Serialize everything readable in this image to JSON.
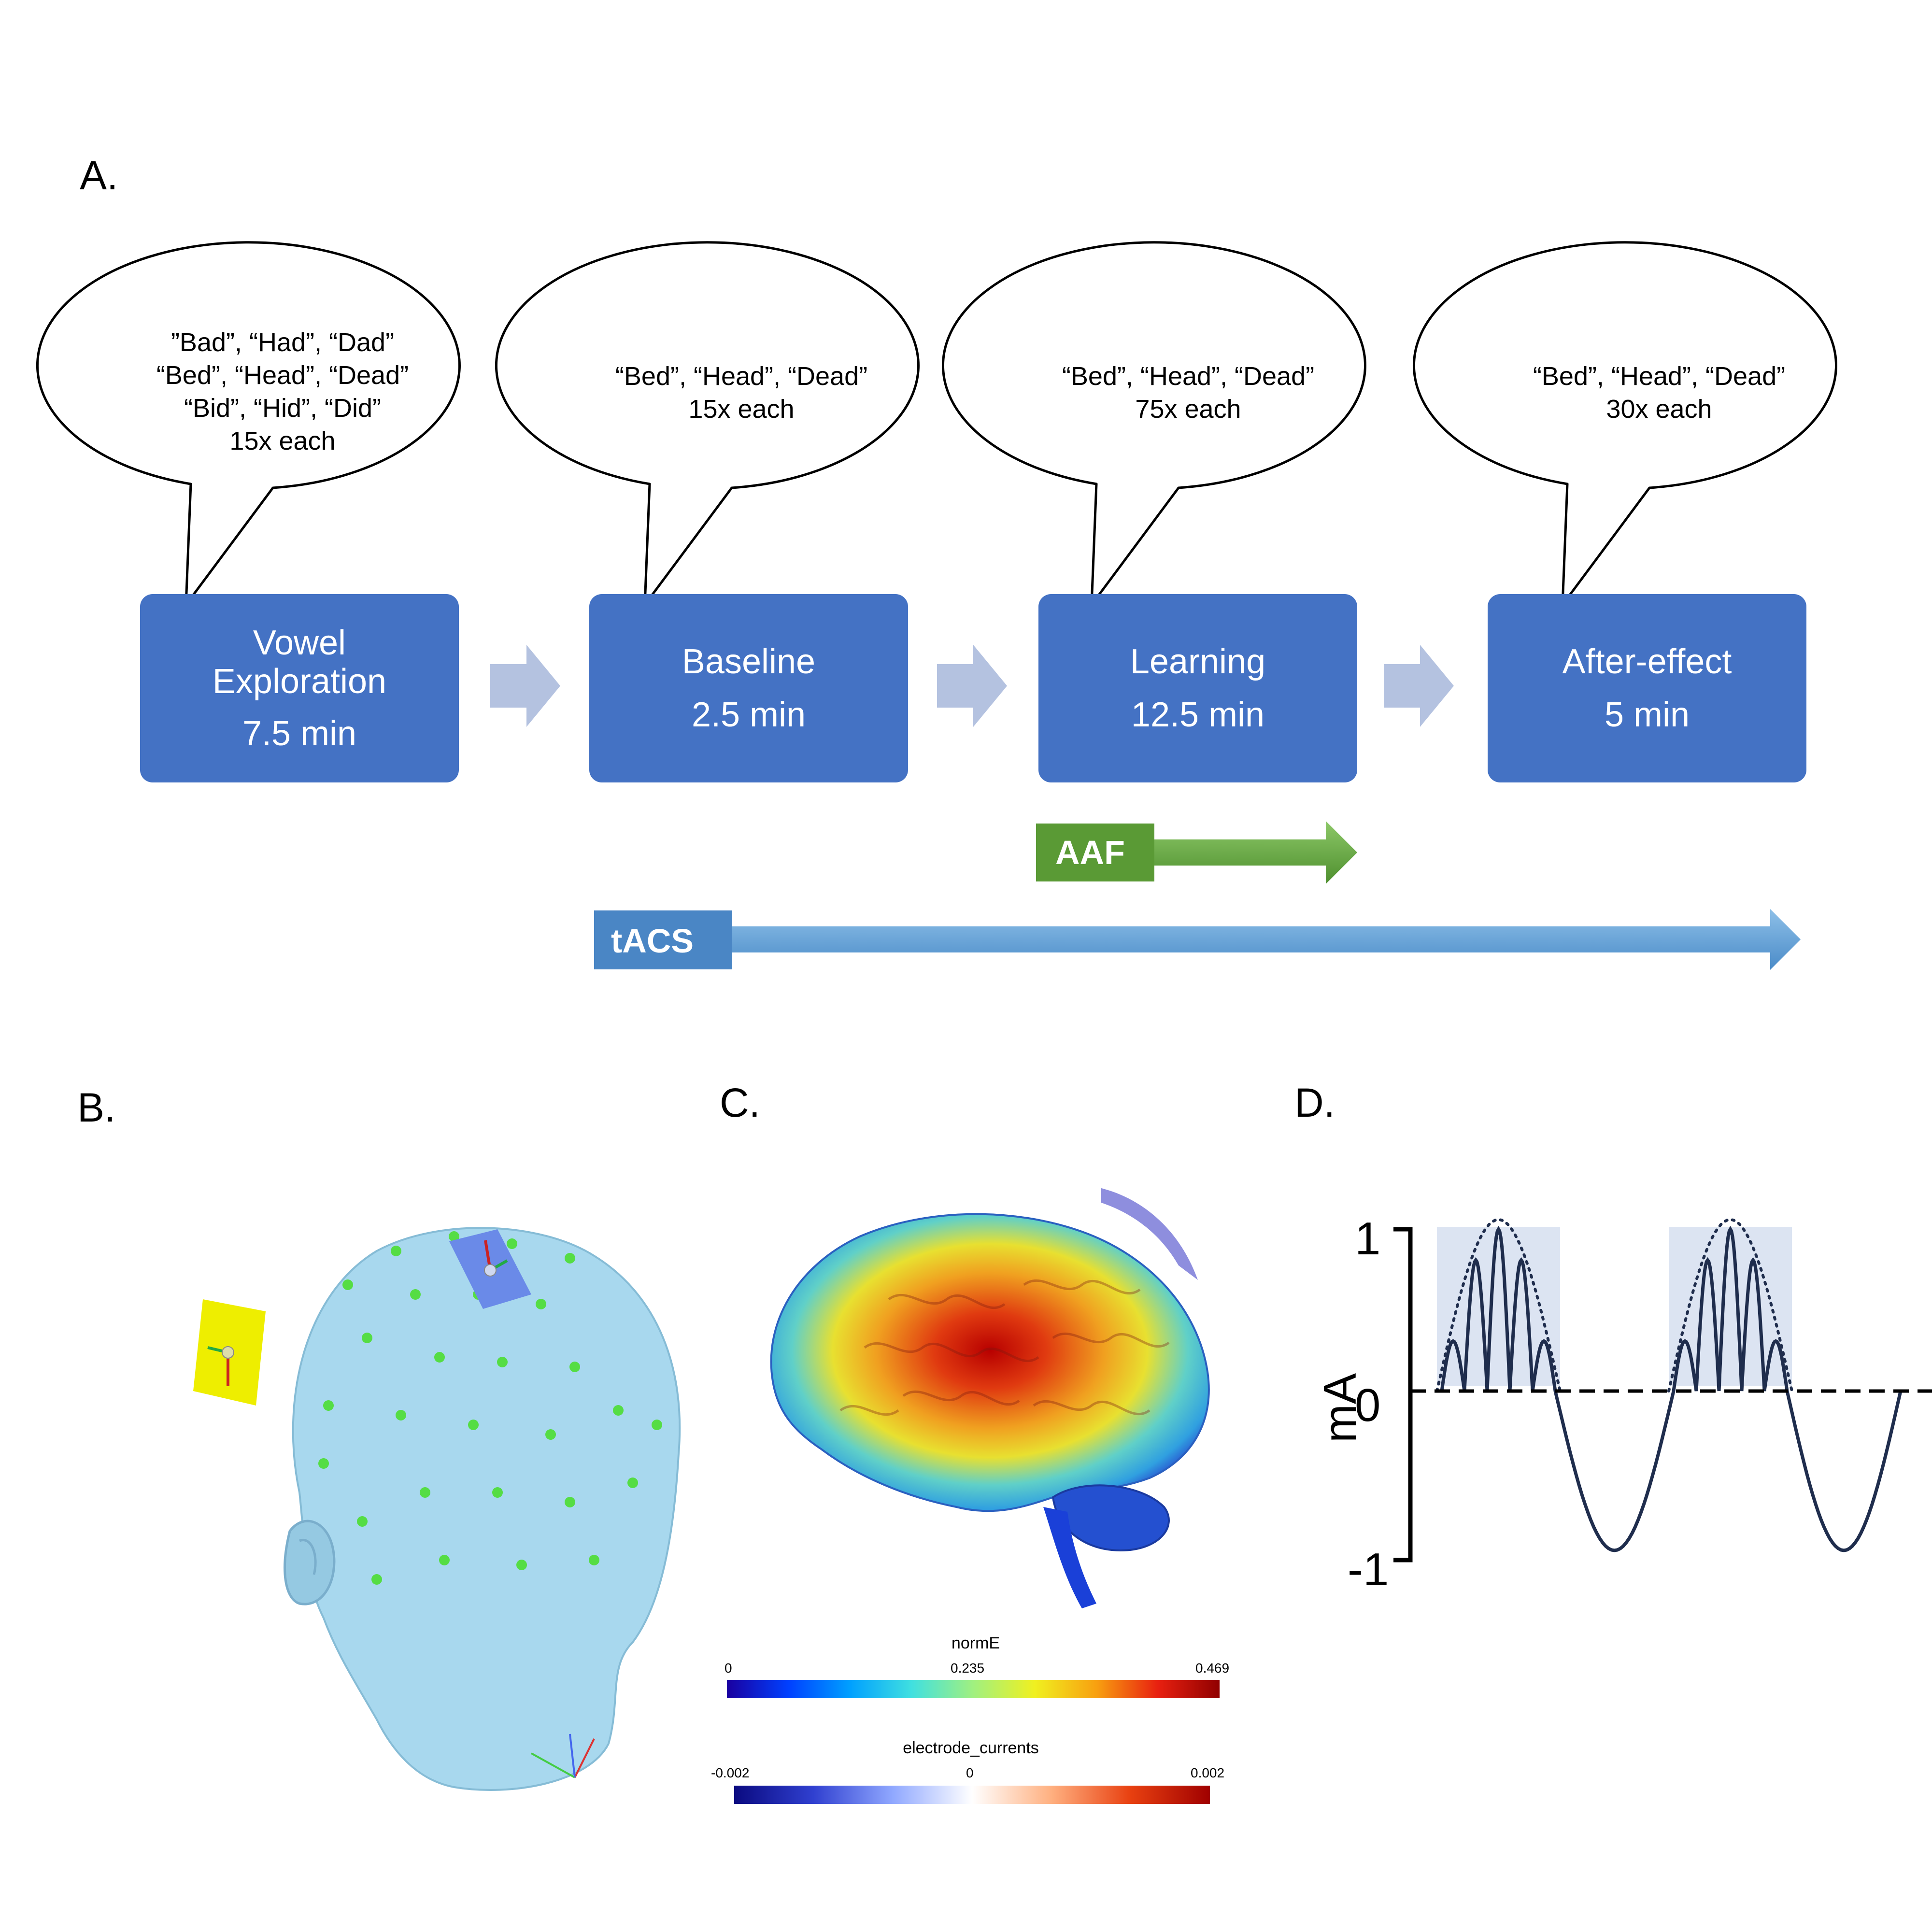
{
  "panels": {
    "a": "A.",
    "b": "B.",
    "c": "C.",
    "d": "D."
  },
  "bubbles": [
    {
      "lines": [
        "”Bad”, “Had”, “Dad”",
        "“Bed”, “Head”, “Dead”",
        "“Bid”, “Hid”, “Did”",
        "15x each"
      ]
    },
    {
      "lines": [
        "“Bed”, “Head”, “Dead”",
        "15x each"
      ]
    },
    {
      "lines": [
        "“Bed”, “Head”, “Dead”",
        "75x each"
      ]
    },
    {
      "lines": [
        "“Bed”, “Head”, “Dead”",
        "30x each"
      ]
    }
  ],
  "stages": [
    {
      "lines": [
        "Vowel",
        "Exploration",
        "7.5 min"
      ]
    },
    {
      "lines": [
        "Baseline",
        "2.5 min"
      ]
    },
    {
      "lines": [
        "Learning",
        "12.5 min"
      ]
    },
    {
      "lines": [
        "After-effect",
        "5 min"
      ]
    }
  ],
  "bars": {
    "aaf": "AAF",
    "tacs": "tACS"
  },
  "colors": {
    "stage": "#4472c4",
    "aaf": "#5a9e3a",
    "tacs": "#5b9bd5",
    "step_arrow": "#b4c2e0",
    "head": "#a8d8ee",
    "waveform": "#1f2d4d"
  },
  "colorbars": {
    "norme": {
      "title": "normE",
      "ticks": [
        "0",
        "0.235",
        "0.469"
      ]
    },
    "currents": {
      "title": "electrode_currents",
      "ticks": [
        "-0.002",
        "0",
        "0.002"
      ]
    }
  },
  "waveform": {
    "ylabel": "mA",
    "yticks": [
      "1",
      "0",
      "-1"
    ]
  }
}
